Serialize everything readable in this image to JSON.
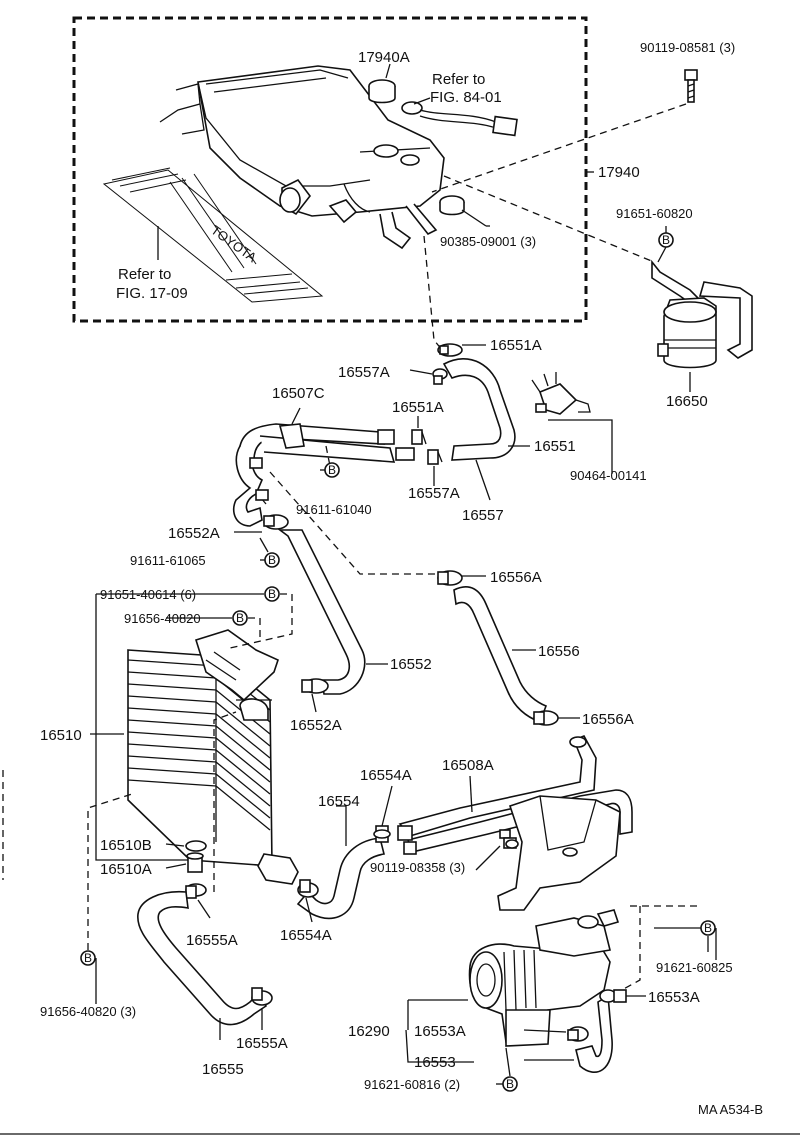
{
  "labels": {
    "p17940A": "17940A",
    "p90119_08581": "90119-08581 (3)",
    "refer84": "Refer to",
    "refer84b": "FIG. 84-01",
    "p17940": "17940",
    "p91651_60820": "91651-60820",
    "p90385": "90385-09001 (3)",
    "refer17": "Refer to",
    "refer17b": "FIG. 17-09",
    "p16551A_top": "16551A",
    "p16557A_top": "16557A",
    "p16650": "16650",
    "p16507C": "16507C",
    "p16551A_mid": "16551A",
    "p16551": "16551",
    "p90464": "90464-00141",
    "p91611_61040": "91611-61040",
    "p16557A_mid": "16557A",
    "p16557": "16557",
    "p16552A_top": "16552A",
    "p91611_61065": "91611-61065",
    "p16556A_top": "16556A",
    "p91651_40614": "91651-40614 (6)",
    "p91656_40820": "91656-40820",
    "p16552": "16552",
    "p16556": "16556",
    "p16510": "16510",
    "p16552A_bot": "16552A",
    "p16556A_bot": "16556A",
    "p16554A_top": "16554A",
    "p16508A": "16508A",
    "p16554": "16554",
    "p16510B": "16510B",
    "p16510A": "16510A",
    "p90119_08358": "90119-08358 (3)",
    "p16554A_bot": "16554A",
    "p16555A_top": "16555A",
    "p91621_60825": "91621-60825",
    "p91656_40820_3": "91656-40820 (3)",
    "p16553A_right": "16553A",
    "p16290": "16290",
    "p16553A_mid": "16553A",
    "p16553": "16553",
    "p16555A_bot": "16555A",
    "p16555": "16555",
    "p91621_60816": "91621-60816 (2)",
    "code": "MA A534-B",
    "toyota": "TOYOTA"
  },
  "badge": "B",
  "colors": {
    "ink": "#111111",
    "paper": "#ffffff"
  }
}
